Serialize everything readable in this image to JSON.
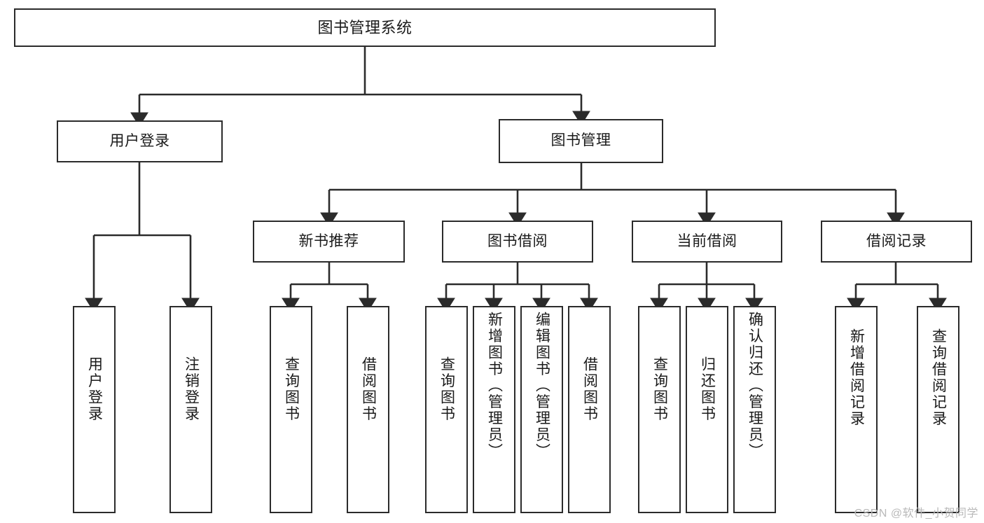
{
  "diagram": {
    "title": "图书管理系统",
    "type": "functional-structure-tree",
    "stroke_color": "#2b2b2b",
    "fill_color": "#ffffff",
    "text_color": "#1a1a1a",
    "watermark": "CSDN @软件_小贺同学",
    "levels": {
      "root": "图书管理系统",
      "level2": [
        "用户登录",
        "图书管理"
      ],
      "level3": [
        "新书推荐",
        "图书借阅",
        "当前借阅",
        "借阅记录"
      ]
    },
    "nodes": {
      "root": {
        "label": "图书管理系统"
      },
      "user_login": {
        "label": "用户登录"
      },
      "book_manage": {
        "label": "图书管理"
      },
      "new_book_rec": {
        "label": "新书推荐"
      },
      "book_borrow": {
        "label": "图书借阅"
      },
      "current_borrow": {
        "label": "当前借阅"
      },
      "borrow_record": {
        "label": "借阅记录"
      },
      "leaf_1": {
        "label": "用户登录"
      },
      "leaf_2": {
        "label": "注销登录"
      },
      "leaf_3": {
        "label": "查询图书"
      },
      "leaf_4": {
        "label": "借阅图书"
      },
      "leaf_5": {
        "label": "查询图书"
      },
      "leaf_6": {
        "label": "新增图书（管理员）"
      },
      "leaf_7": {
        "label": "编辑图书（管理员）"
      },
      "leaf_8": {
        "label": "借阅图书"
      },
      "leaf_9": {
        "label": "查询图书"
      },
      "leaf_10": {
        "label": "归还图书"
      },
      "leaf_11": {
        "label": "确认归还（管理员）"
      },
      "leaf_12": {
        "label": "新增借阅记录"
      },
      "leaf_13": {
        "label": "查询借阅记录"
      }
    }
  }
}
